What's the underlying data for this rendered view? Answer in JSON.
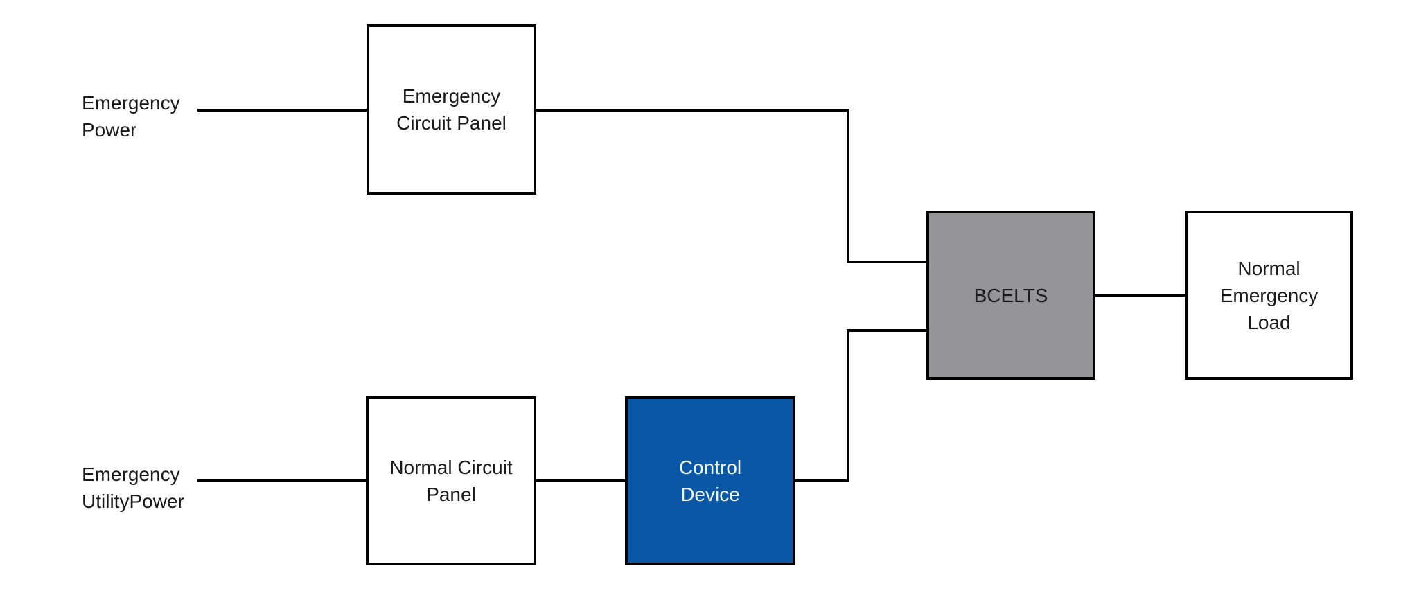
{
  "colors": {
    "background": "#ffffff",
    "line": "#000000",
    "box_border": "#000000",
    "box_fill_white": "#ffffff",
    "bcelts_fill": "#949499",
    "control_device_fill": "#0a57a5",
    "control_device_text": "#f2f7fc",
    "text": "#1a1a1a"
  },
  "diagram": {
    "source_labels": {
      "emergency_power": {
        "lines": [
          "Emergency",
          "Power"
        ]
      },
      "emergency_utility_power": {
        "lines": [
          "Emergency",
          "UtilityPower"
        ]
      }
    },
    "nodes": {
      "emergency_circuit_panel": {
        "lines": [
          "Emergency",
          "Circuit Panel"
        ]
      },
      "normal_circuit_panel": {
        "lines": [
          "Normal Circuit",
          "Panel"
        ]
      },
      "control_device": {
        "lines": [
          "Control",
          "Device"
        ]
      },
      "bcelts": {
        "lines": [
          "BCELTS"
        ]
      },
      "normal_emergency_load": {
        "lines": [
          "Normal",
          "Emergency",
          "Load"
        ]
      }
    }
  }
}
